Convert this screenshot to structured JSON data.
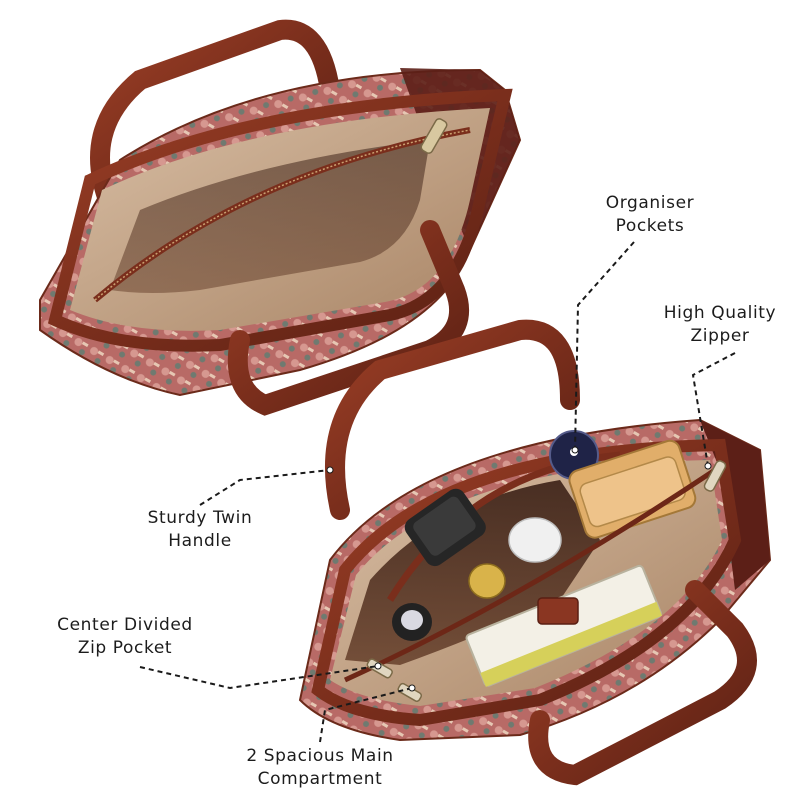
{
  "image": {
    "description_colors": {
      "leather": "#7a2e1c",
      "leather_highlight": "#a8482c",
      "lining": "#c9a98e",
      "print": "#b86a66"
    }
  },
  "labels": {
    "organiser": [
      "Organiser",
      "Pockets"
    ],
    "zipper": [
      "High Quality",
      "Zipper"
    ],
    "handle": [
      "Sturdy Twin",
      "Handle"
    ],
    "center_zip": [
      "Center Divided",
      "Zip Pocket"
    ],
    "main_compartment": [
      "2 Spacious Main",
      "Compartment"
    ]
  }
}
